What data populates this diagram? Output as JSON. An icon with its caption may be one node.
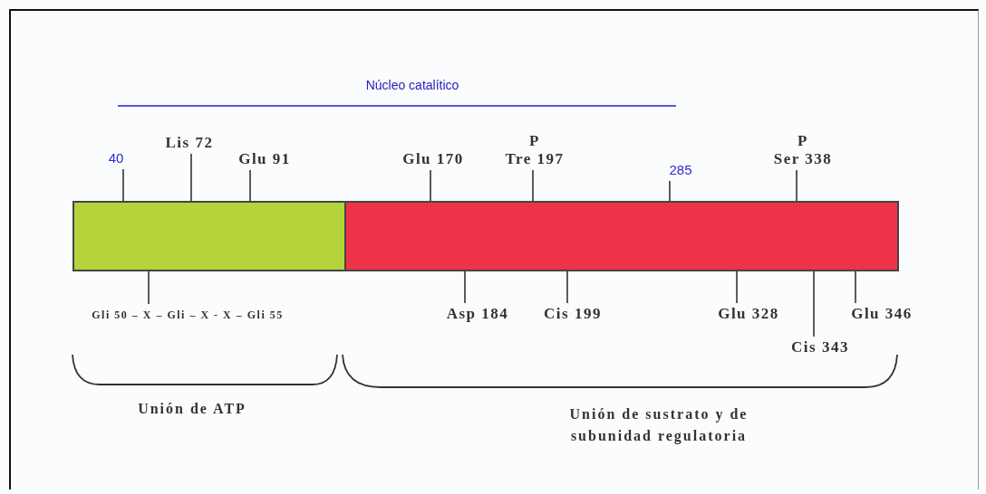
{
  "diagram": {
    "nodes": [
      {
        "text": [],
        "shape": "bar"
      },
      {
        "text": [],
        "shape": "bar"
      },
      {
        "text": [
          "40"
        ]
      },
      {
        "text": [
          "Lis 72"
        ]
      },
      {
        "text": [
          "Glu 91"
        ]
      },
      {
        "text": [
          "Glu 170"
        ]
      },
      {
        "text": [
          "P",
          "Tre 197"
        ]
      },
      {
        "text": [
          "285"
        ]
      },
      {
        "text": [
          "P",
          "Ser 338"
        ]
      },
      {
        "text": [
          "Gli 50 – X – Gli – X - X – Gli 55"
        ]
      },
      {
        "text": [
          "Asp 184"
        ]
      },
      {
        "text": [
          "Cis 199"
        ]
      },
      {
        "text": [
          "Glu 328"
        ]
      },
      {
        "text": [
          "Cis 343"
        ]
      },
      {
        "text": [
          "Glu 346"
        ]
      }
    ],
    "edges": [
      {
        "from": 2,
        "to": 0,
        "arrow": "none"
      },
      {
        "from": 3,
        "to": 0,
        "arrow": "none"
      },
      {
        "from": 4,
        "to": 0,
        "arrow": "none"
      },
      {
        "from": 5,
        "to": 1,
        "arrow": "none"
      },
      {
        "from": 6,
        "to": 1,
        "arrow": "none"
      },
      {
        "from": 7,
        "to": 1,
        "arrow": "none"
      },
      {
        "from": 8,
        "to": 1,
        "arrow": "none"
      },
      {
        "from": 9,
        "to": 0,
        "arrow": "none"
      },
      {
        "from": 10,
        "to": 1,
        "arrow": "none"
      },
      {
        "from": 11,
        "to": 1,
        "arrow": "none"
      },
      {
        "from": 12,
        "to": 1,
        "arrow": "none"
      },
      {
        "from": 13,
        "to": 1,
        "arrow": "none"
      },
      {
        "from": 14,
        "to": 1,
        "arrow": "none"
      }
    ],
    "labels": [
      "Núcleo catalítico",
      "Unión de ATP",
      "Unión de sustrato y de subunidad regulatoria"
    ]
  }
}
